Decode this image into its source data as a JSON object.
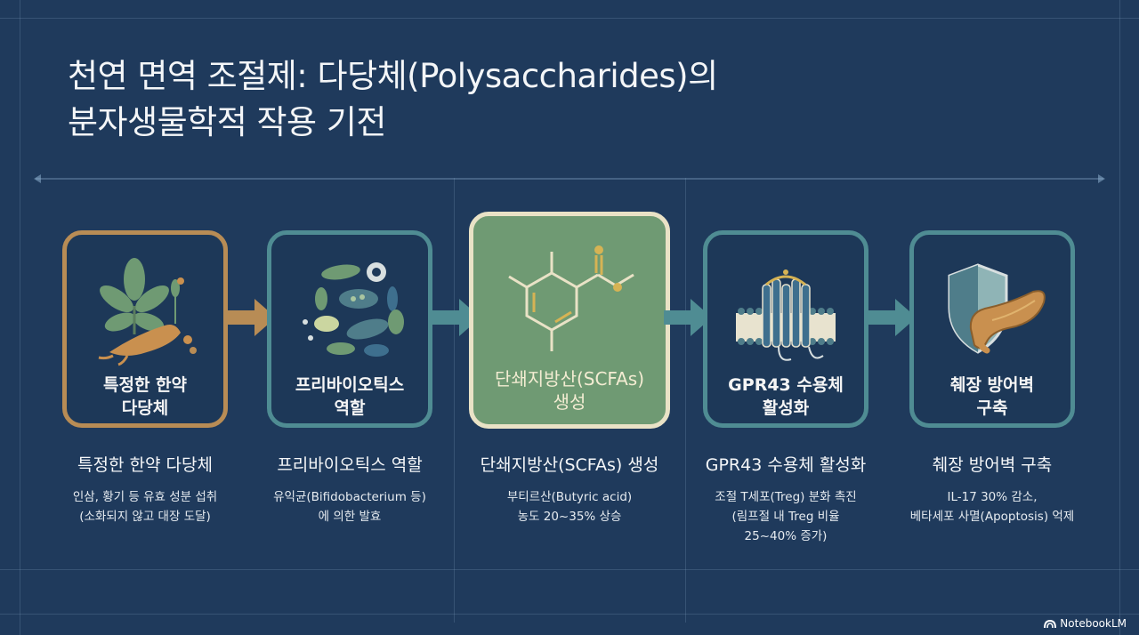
{
  "title": {
    "line1": "천연 면역 조절제: 다당체(Polysaccharides)의",
    "line2": "분자생물학적 작용 기전"
  },
  "steps": [
    {
      "label1": "특정한 한약",
      "label2": "다당체",
      "icon": "ginseng-herb-icon",
      "desc_title": "특정한 한약 다당체",
      "desc_lines": [
        "인삼, 황기 등 유효 성분 섭취",
        "(소화되지 않고 대장 도달)"
      ]
    },
    {
      "label1": "프리바이오틱스",
      "label2": "역할",
      "icon": "gut-bacteria-icon",
      "desc_title": "프리바이오틱스 역할",
      "desc_lines": [
        "유익균(Bifidobacterium 등)",
        "에 의한 발효"
      ]
    },
    {
      "label1": "단쇄지방산(SCFAs)",
      "label2": "생성",
      "icon": "molecule-icon",
      "desc_title": "단쇄지방산(SCFAs) 생성",
      "desc_lines": [
        "부티르산(Butyric acid)",
        "농도 20~35% 상승"
      ]
    },
    {
      "label1": "GPR43 수용체",
      "label2": "활성화",
      "icon": "membrane-receptor-icon",
      "desc_title": "GPR43 수용체 활성화",
      "desc_lines": [
        "조절 T세포(Treg) 분화 촉진",
        "(림프절 내 Treg 비율",
        "25~40% 증가)"
      ]
    },
    {
      "label1": "췌장 방어벽",
      "label2": "구축",
      "icon": "shield-pancreas-icon",
      "desc_title": "췌장 방어벽 구축",
      "desc_lines": [
        "IL-17 30% 감소,",
        "베타세포 사멸(Apoptosis) 억제"
      ]
    }
  ],
  "brand": "NotebookLM",
  "colors": {
    "background": "#1f3a5c",
    "teal": "#4f8c93",
    "gold": "#b88c55",
    "active_fill": "#6f9a73",
    "active_border": "#e9e2c6"
  }
}
